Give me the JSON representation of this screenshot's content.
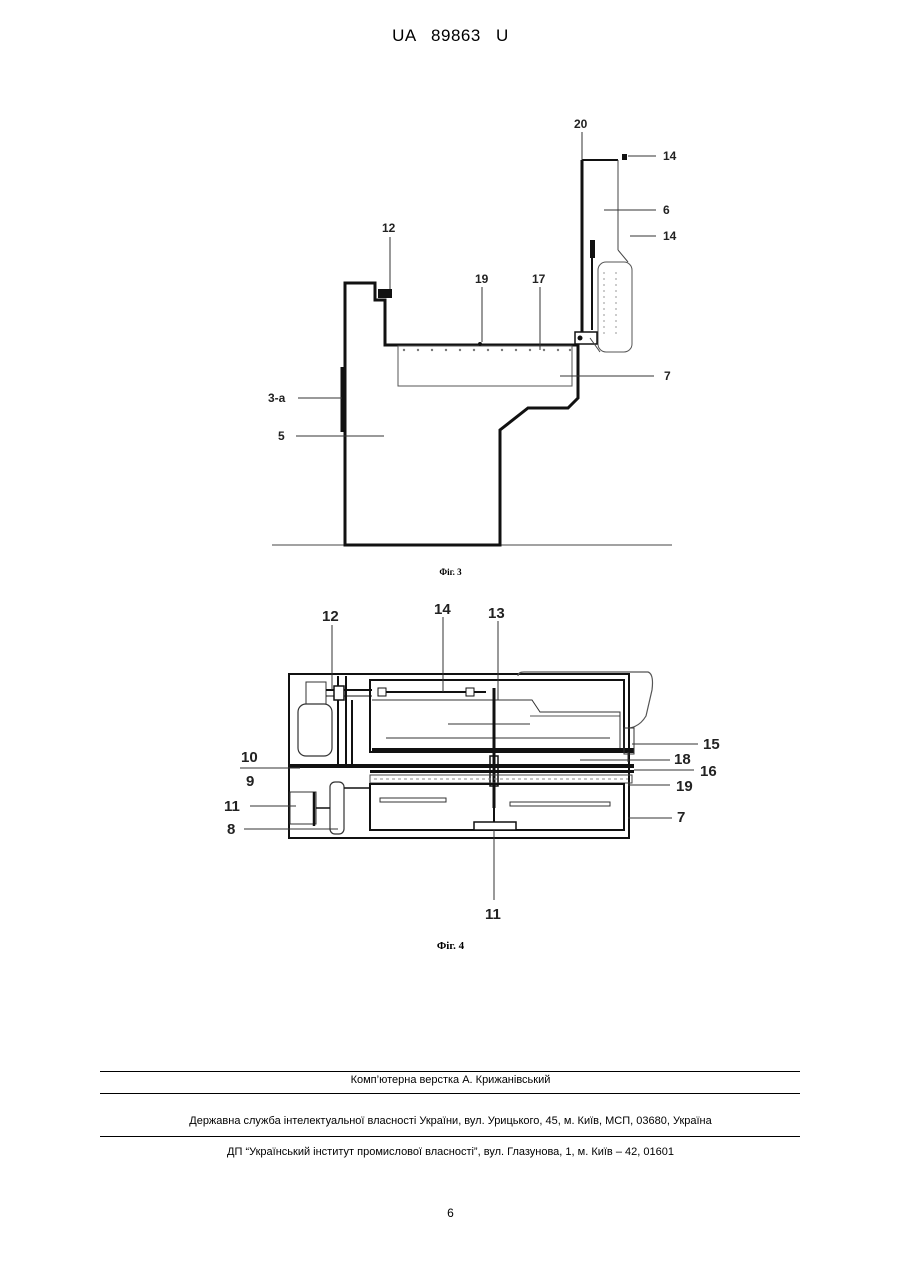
{
  "header": {
    "doc_id": "UA   89863   U"
  },
  "fig3": {
    "caption": "Фіг. 3",
    "labels": {
      "l20": "20",
      "l14a": "14",
      "l6": "6",
      "l14b": "14",
      "l12": "12",
      "l19": "19",
      "l17": "17",
      "l7": "7",
      "l3a": "3-а",
      "l5": "5"
    }
  },
  "fig4": {
    "caption": "Фіг. 4",
    "labels": {
      "l12": "12",
      "l14": "14",
      "l13": "13",
      "l15": "15",
      "l10": "10",
      "l18": "18",
      "l9": "9",
      "l16": "16",
      "l19": "19",
      "l11a": "11",
      "l7": "7",
      "l8": "8",
      "l11b": "11"
    }
  },
  "footer": {
    "layout": "Комп’ютерна верстка А. Крижанівський",
    "agency": "Державна служба інтелектуальної власності України, вул. Урицького, 45, м. Київ, МСП, 03680, Україна",
    "institute": "ДП “Український інститут промислової власності”, вул. Глазунова, 1, м. Київ – 42, 01601"
  },
  "page_number": "6"
}
